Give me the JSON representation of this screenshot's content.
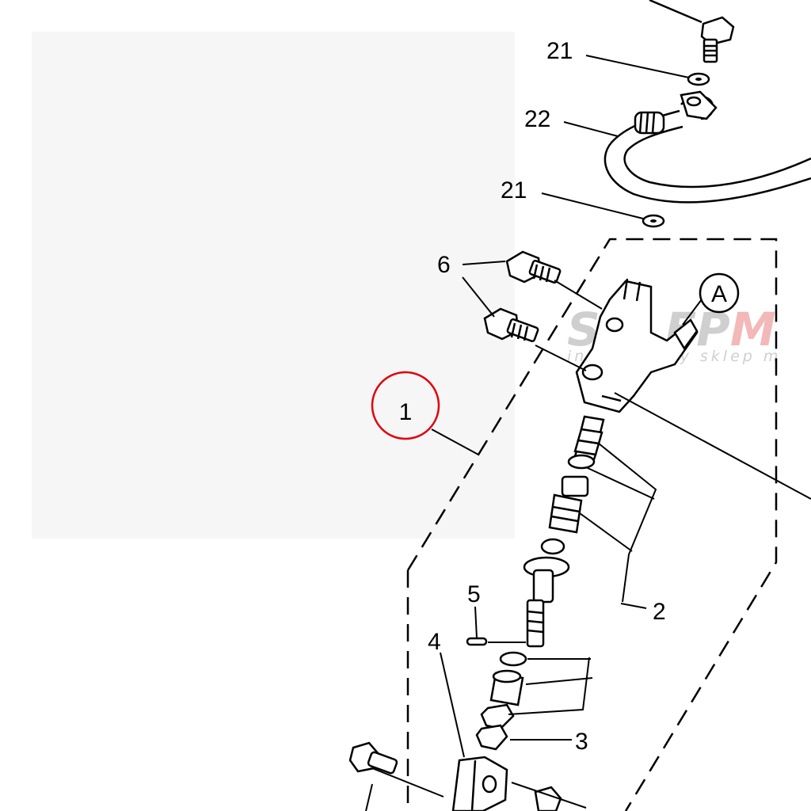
{
  "diagram": {
    "callouts": {
      "c21a": "21",
      "c22": "22",
      "c21b": "21",
      "c6": "6",
      "cA": "A",
      "c1": "1",
      "c5": "5",
      "c4": "4",
      "c2": "2",
      "c3": "3"
    },
    "highlight_color": "#e0000a",
    "line_color": "#000000"
  },
  "watermark": {
    "main_prefix": "SKLEP",
    "main_suffix": "M",
    "subtitle": "internetowy sklep m",
    "gray_color": "#c8c8c8",
    "red_color": "#f2b3b3"
  }
}
